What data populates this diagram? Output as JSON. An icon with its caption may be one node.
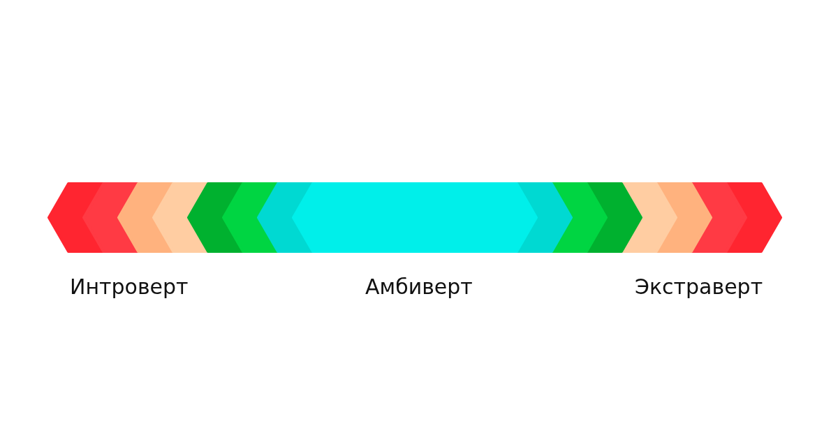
{
  "diagram": {
    "labels": [
      "Интроверт",
      "Амбиверт",
      "Экстраверт"
    ]
  }
}
